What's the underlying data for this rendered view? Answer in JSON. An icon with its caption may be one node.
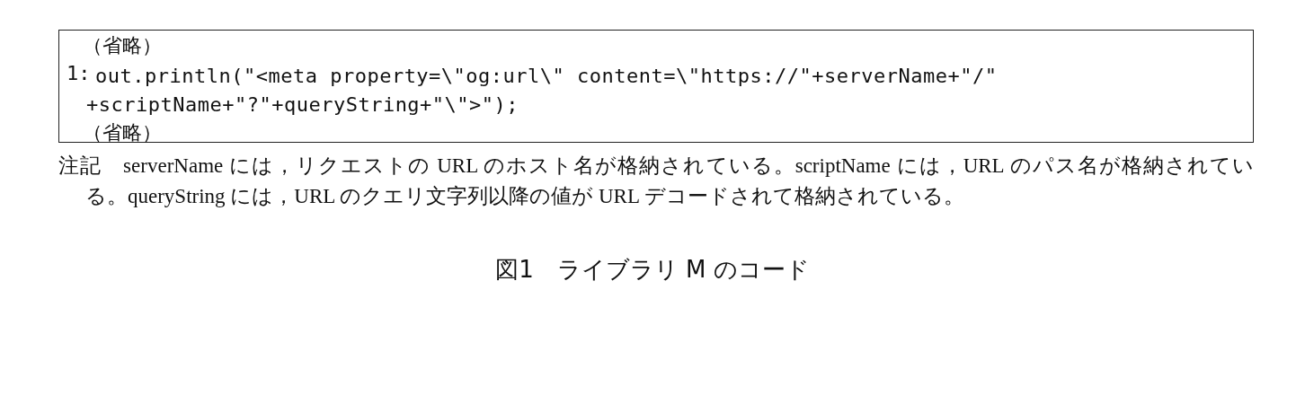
{
  "diagram": {
    "caption": "図1　ライブラリ M のコード",
    "nodes": [
      {
        "text": [
          "（省略）",
          "1:",
          "out.println(\"<meta property=\\\"og:url\\\" content=\\\"https://\"+serverName+\"/\" +scriptName+\"?\"+queryString+\"\\\">\");",
          "（省略）"
        ]
      }
    ],
    "labels": [
      "注記　serverName には，リクエストの URL のホスト名が格納されている。scriptName には，URL のパス名が格納されている。queryString には，URL のクエリ文字列以降の値が URL デコードされて格納されている。"
    ]
  }
}
